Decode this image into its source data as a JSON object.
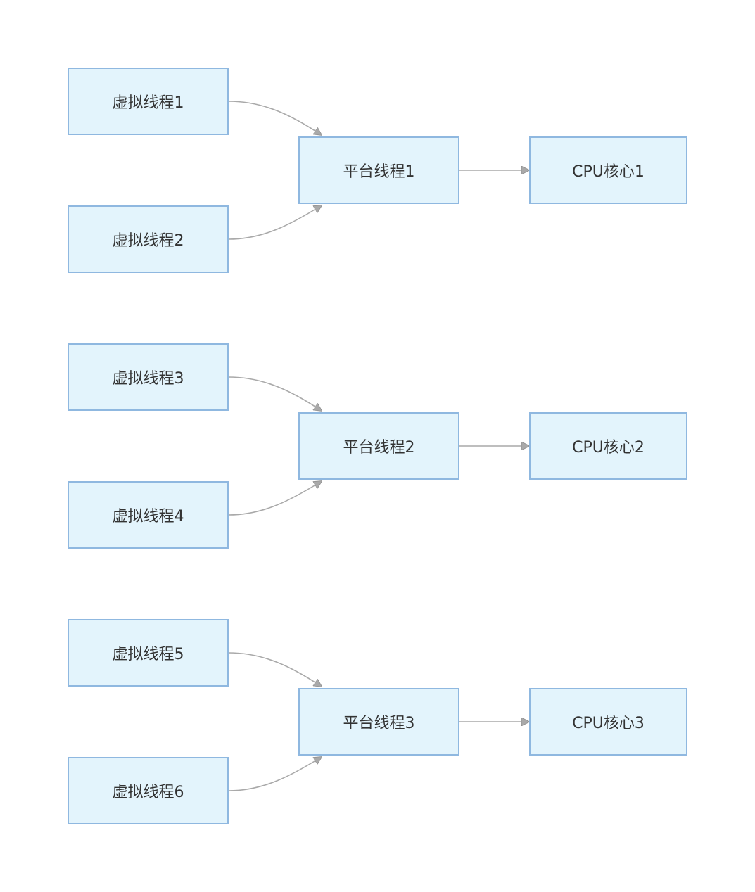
{
  "colors": {
    "node_fill": "#e3f4fc",
    "node_border": "#8fb8e0",
    "edge": "#a9a9a9",
    "text": "#333333"
  },
  "groups": [
    {
      "virtual_threads": [
        "虚拟线程1",
        "虚拟线程2"
      ],
      "platform_thread": "平台线程1",
      "cpu_core": "CPU核心1"
    },
    {
      "virtual_threads": [
        "虚拟线程3",
        "虚拟线程4"
      ],
      "platform_thread": "平台线程2",
      "cpu_core": "CPU核心2"
    },
    {
      "virtual_threads": [
        "虚拟线程5",
        "虚拟线程6"
      ],
      "platform_thread": "平台线程3",
      "cpu_core": "CPU核心3"
    }
  ]
}
